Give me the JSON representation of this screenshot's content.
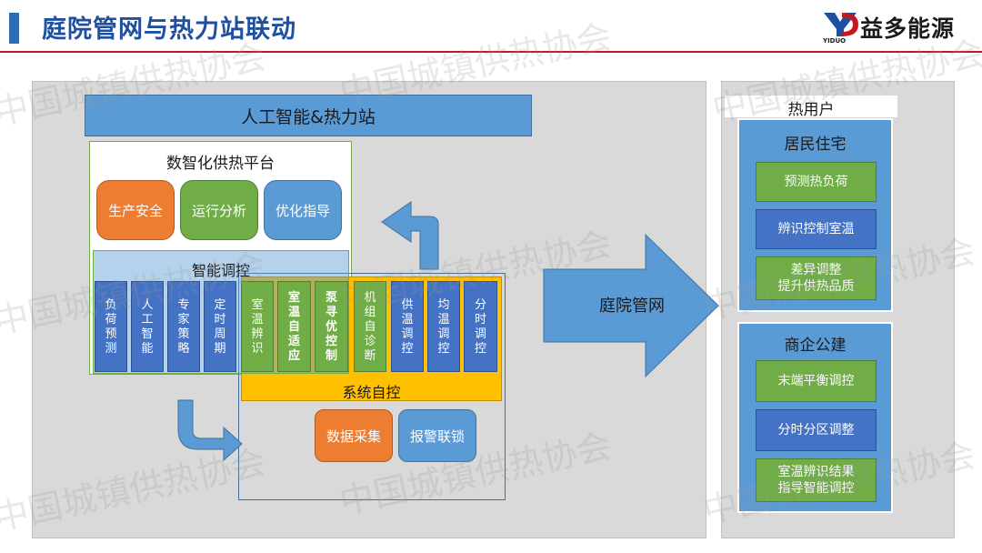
{
  "header": {
    "title": "庭院管网与热力站联动",
    "brand_name": "益多能源",
    "brand_sub": "YIDUO"
  },
  "watermark": "中国城镇供热协会",
  "station": {
    "banner": "人工智能&热力站",
    "platform": {
      "title": "数智化供热平台",
      "buttons": [
        "生产安全",
        "运行分析",
        "优化指导"
      ]
    },
    "smart_control": {
      "title": "智能调控",
      "columns": [
        "负荷预测",
        "人工智能",
        "专家策略",
        "定时周期",
        "室温辨识",
        "室温自适应",
        "泵寻优控制",
        "机组自诊断",
        "供温调控",
        "均温调控",
        "分时调控"
      ]
    },
    "auto_control": {
      "title": "系统自控",
      "data_collect": "数据采集",
      "alarm": "报警联锁"
    }
  },
  "pipe_network": "庭院管网",
  "users": {
    "title": "热用户",
    "residential": {
      "title": "居民住宅",
      "items": [
        [
          "预测热负荷"
        ],
        [
          "辨识控制室温"
        ],
        [
          "差异调整",
          "提升供热品质"
        ]
      ]
    },
    "commercial": {
      "title": "商企公建",
      "items": [
        [
          "末端平衡调控"
        ],
        [
          "分时分区调整"
        ],
        [
          "室温辨识结果",
          "指导智能调控"
        ]
      ]
    }
  },
  "colors": {
    "title_blue": "#1f4fa0",
    "accent_red": "#c8161d",
    "orange": "#ed7d31",
    "green": "#70ad47",
    "light_blue": "#5b9bd5",
    "dark_blue": "#4472c4",
    "yellow": "#ffc000",
    "panel_gray": "#d9d9d9"
  }
}
